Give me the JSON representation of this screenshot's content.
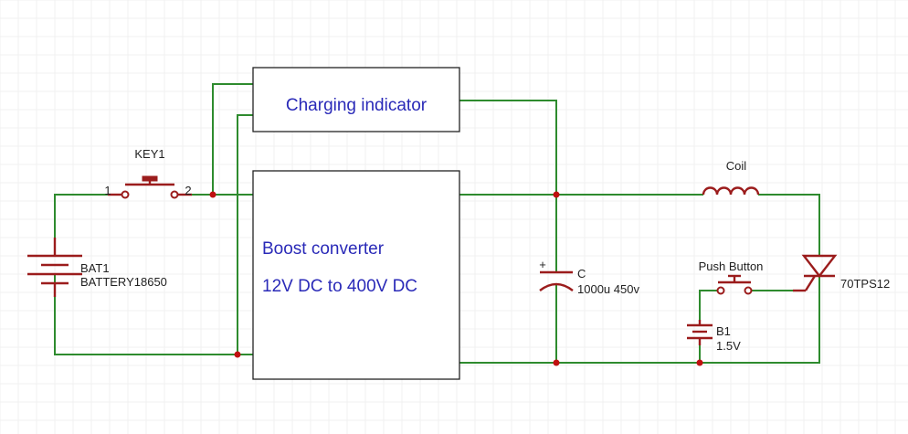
{
  "blocks": {
    "charging_indicator": "Charging indicator",
    "boost_title": "Boost converter",
    "boost_subtitle": "12V DC to 400V DC"
  },
  "components": {
    "key1": {
      "name": "KEY1",
      "pin1": "1",
      "pin2": "2"
    },
    "bat1": {
      "name": "BAT1",
      "value": "BATTERY18650"
    },
    "capacitor": {
      "name": "C",
      "value": "1000u 450v",
      "polarity": "+"
    },
    "coil": {
      "name": "Coil"
    },
    "push_button": {
      "name": "Push Button"
    },
    "b1": {
      "name": "B1",
      "value": "1.5V"
    },
    "scr": {
      "name": "70TPS12"
    }
  },
  "colors": {
    "wire": "#2e8b2e",
    "component": "#9b1c1c",
    "junction": "#c01010",
    "block_text": "#2a2ab8"
  }
}
